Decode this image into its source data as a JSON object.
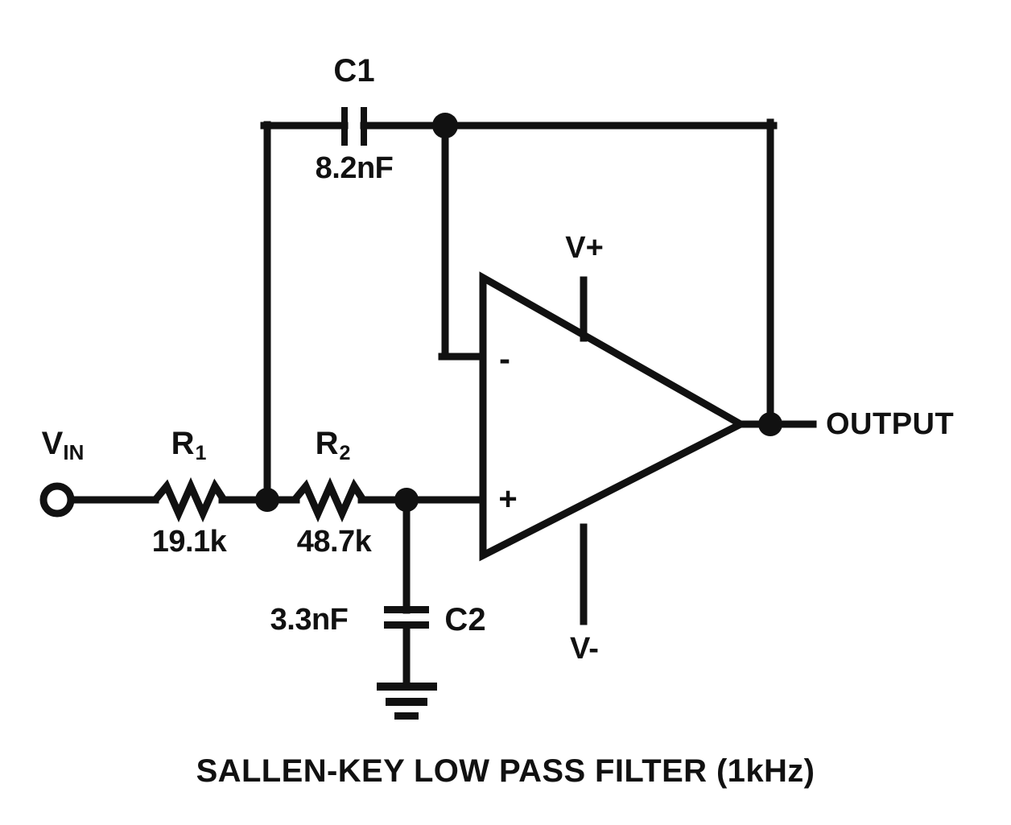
{
  "diagram": {
    "title": "SALLEN-KEY LOW PASS FILTER (1kHz)",
    "background_color": "#ffffff",
    "ink_color": "#111111"
  },
  "terminals": {
    "input": {
      "label_main": "V",
      "label_sub": "IN",
      "symbol": "open-circle-terminal"
    },
    "output": {
      "label": "OUTPUT"
    }
  },
  "components": {
    "r1": {
      "ref": "R",
      "ref_sub": "1",
      "value": "19.1k",
      "type": "resistor"
    },
    "r2": {
      "ref": "R",
      "ref_sub": "2",
      "value": "48.7k",
      "type": "resistor"
    },
    "c1": {
      "ref": "C1",
      "value": "8.2nF",
      "type": "capacitor"
    },
    "c2": {
      "ref": "C2",
      "value": "3.3nF",
      "type": "capacitor"
    },
    "opamp": {
      "ref": "",
      "inverting_pin": "-",
      "noninverting_pin": "+",
      "positive_rail": "V+",
      "negative_rail": "V-",
      "type": "operational-amplifier"
    },
    "ground": {
      "type": "earth-ground-symbol"
    }
  }
}
